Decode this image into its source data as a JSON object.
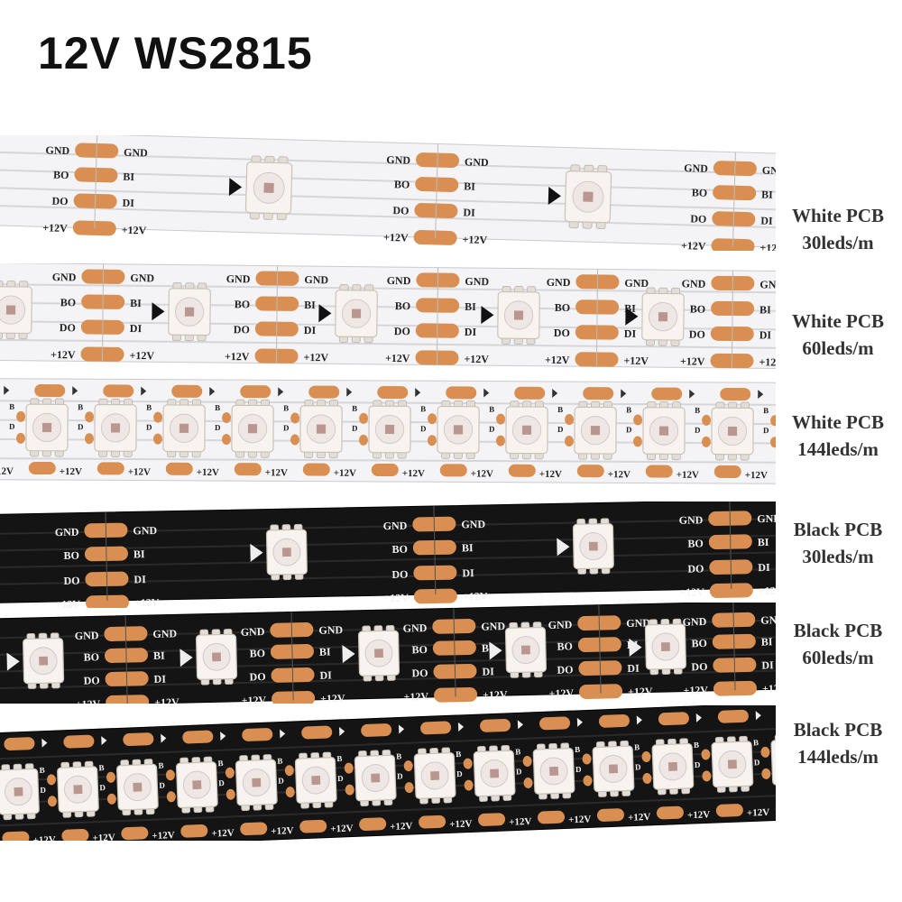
{
  "title": "12V WS2815",
  "colors": {
    "copper": "#d98f52",
    "white_pcb": "#f4f4f6",
    "black_pcb": "#141414",
    "led_body": "#f7f4f0",
    "led_chip": "#d8c6c2"
  },
  "pad_labels": {
    "gnd": "GND",
    "bo": "BO",
    "bi": "BI",
    "do": "DO",
    "di": "DI",
    "v12": "+12V",
    "b": "B",
    "d": "D"
  },
  "strips": [
    {
      "pcb": "White PCB",
      "density": "30leds/m",
      "tone": "white",
      "leds_per_m": 30
    },
    {
      "pcb": "White PCB",
      "density": "60leds/m",
      "tone": "white",
      "leds_per_m": 60
    },
    {
      "pcb": "White PCB",
      "density": "144leds/m",
      "tone": "white",
      "leds_per_m": 144
    },
    {
      "pcb": "Black PCB",
      "density": "30leds/m",
      "tone": "black",
      "leds_per_m": 30
    },
    {
      "pcb": "Black PCB",
      "density": "60leds/m",
      "tone": "black",
      "leds_per_m": 60
    },
    {
      "pcb": "Black PCB",
      "density": "144leds/m",
      "tone": "black",
      "leds_per_m": 144
    }
  ]
}
